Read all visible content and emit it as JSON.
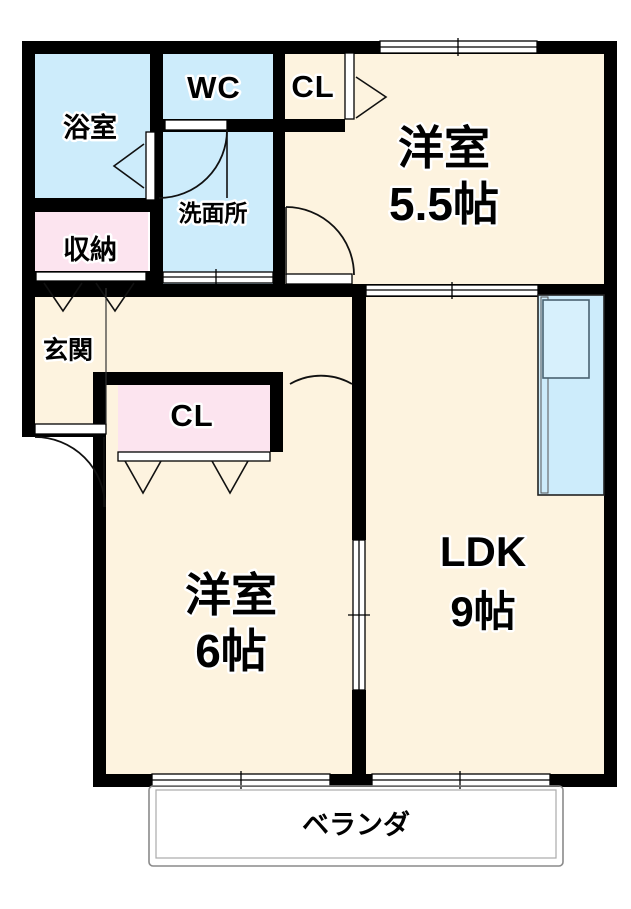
{
  "plan": {
    "title": "間取り図",
    "colors": {
      "wall": "#000000",
      "room": "#fdf3df",
      "wet_area": "#cdecfb",
      "closet": "#fce4ef",
      "outline": "#8a8a8a",
      "background": "#ffffff"
    },
    "rooms": [
      {
        "id": "bath",
        "name": "浴室",
        "label": "浴室",
        "area": "",
        "color": "#cdecfb"
      },
      {
        "id": "wc",
        "name": "WC",
        "label": "WC",
        "area": "",
        "color": "#cdecfb"
      },
      {
        "id": "washroom",
        "name": "洗面所",
        "label": "洗面所",
        "area": "",
        "color": "#cdecfb"
      },
      {
        "id": "storage",
        "name": "収納",
        "label": "収納",
        "area": "",
        "color": "#fce4ef"
      },
      {
        "id": "closet1",
        "name": "CL",
        "label": "CL",
        "area": "",
        "color": "#fce4ef"
      },
      {
        "id": "closet2",
        "name": "CL",
        "label": "CL",
        "area": "",
        "color": "#fce4ef"
      },
      {
        "id": "entrance",
        "name": "玄関",
        "label": "玄関",
        "area": "",
        "color": "#fdf3df"
      },
      {
        "id": "washitsu1",
        "name": "洋室",
        "label": "洋室",
        "area": "5.5帖",
        "color": "#fdf3df"
      },
      {
        "id": "washitsu2",
        "name": "洋室",
        "label": "洋室",
        "area": "6帖",
        "color": "#fdf3df"
      },
      {
        "id": "ldk",
        "name": "LDK",
        "label": "LDK",
        "area": "9帖",
        "color": "#fdf3df"
      },
      {
        "id": "balcony",
        "name": "ベランダ",
        "label": "ベランダ",
        "area": "",
        "color": "#ffffff"
      }
    ],
    "labels": {
      "bath": "浴室",
      "wc": "WC",
      "washroom": "洗面所",
      "storage": "収納",
      "closet_top": "CL",
      "closet_bottom": "CL",
      "entrance": "玄関",
      "bedroom_small_name": "洋室",
      "bedroom_small_area": "5.5帖",
      "bedroom_large_name": "洋室",
      "bedroom_large_area": "6帖",
      "ldk_name": "LDK",
      "ldk_area": "9帖",
      "balcony": "ベランダ"
    },
    "fixtures": [
      {
        "id": "kitchen-sink",
        "name": "キッチン流し台",
        "color": "#cdecfb"
      }
    ],
    "doors": [
      {
        "id": "entrance-door",
        "type": "swing",
        "room": "玄関"
      },
      {
        "id": "bath-door",
        "type": "folding",
        "room": "浴室"
      },
      {
        "id": "wc-door",
        "type": "swing",
        "room": "WC"
      },
      {
        "id": "closet-top-door",
        "type": "folding",
        "room": "CL"
      },
      {
        "id": "bedroom-55-door",
        "type": "swing",
        "room": "洋室 5.5帖"
      },
      {
        "id": "bedroom-6-door",
        "type": "swing",
        "room": "洋室 6帖"
      },
      {
        "id": "ldk-sliding-door",
        "type": "sliding",
        "room": "LDK"
      }
    ]
  }
}
